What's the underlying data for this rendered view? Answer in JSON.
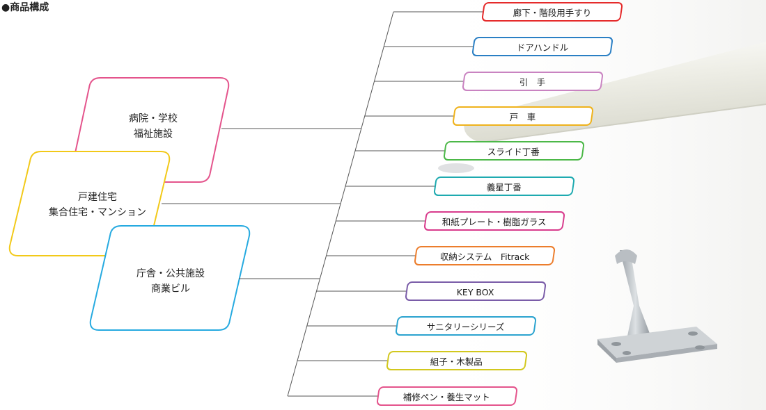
{
  "heading": "●商品構成",
  "categories": [
    {
      "line1": "病院・学校",
      "line2": "福祉施設",
      "color": "#e4548c"
    },
    {
      "line1": "戸建住宅",
      "line2": "集合住宅・マンション",
      "color": "#f2c919"
    },
    {
      "line1": "庁舎・公共施設",
      "line2": "商業ビル",
      "color": "#26aae0"
    }
  ],
  "products": [
    {
      "label": "廊下・階段用手すり",
      "color": "#e52b2b"
    },
    {
      "label": "ドアハンドル",
      "color": "#2a7fc4"
    },
    {
      "label": "引　手",
      "color": "#c983c1"
    },
    {
      "label": "戸　車",
      "color": "#efb21b"
    },
    {
      "label": "スライド丁番",
      "color": "#4cb848"
    },
    {
      "label": "義星丁番",
      "color": "#1eaab0"
    },
    {
      "label": "和紙プレート・樹脂ガラス",
      "color": "#d83b8c"
    },
    {
      "label": "収納システム　Fitrack",
      "color": "#ec7d2c"
    },
    {
      "label": "KEY BOX",
      "color": "#7a5ca8"
    },
    {
      "label": "サニタリーシリーズ",
      "color": "#2ba3cf"
    },
    {
      "label": "組子・木製品",
      "color": "#d2c81e"
    },
    {
      "label": "補修ペン・養生マット",
      "color": "#e4548c"
    }
  ]
}
